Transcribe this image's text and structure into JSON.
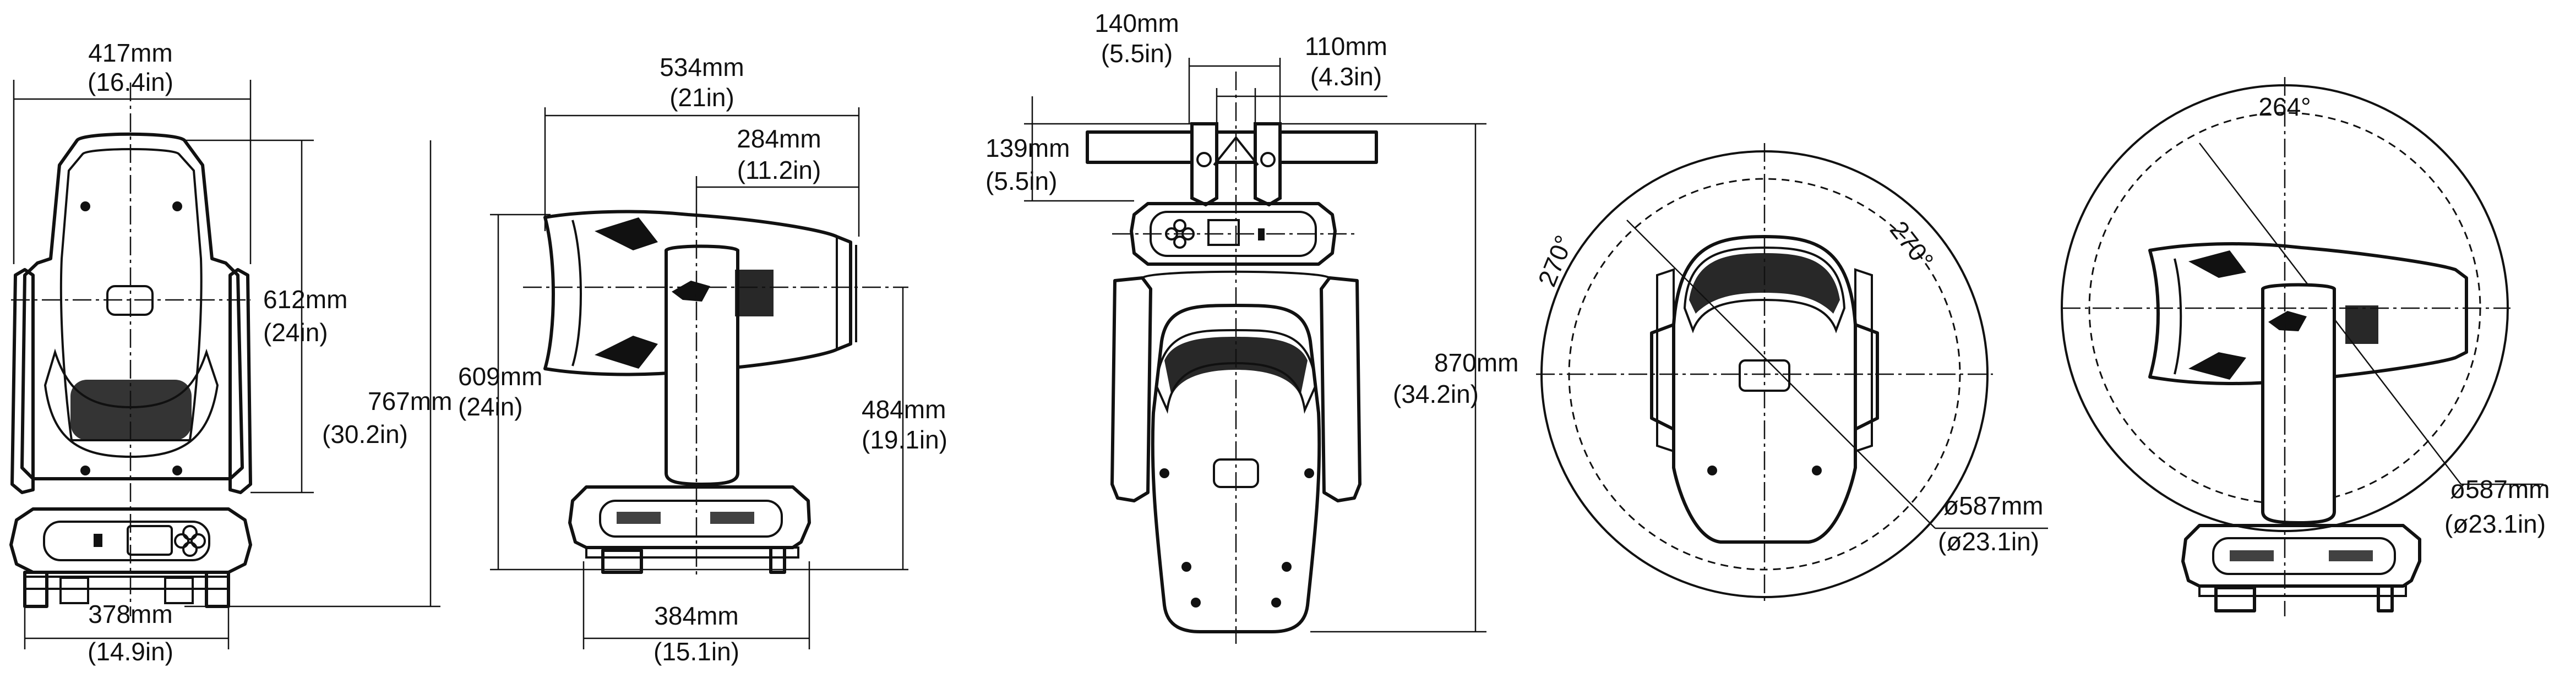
{
  "views": {
    "front": {
      "width_top": {
        "mm": "417mm",
        "in": "(16.4in)"
      },
      "height_head": {
        "mm": "612mm",
        "in": "(24in)"
      },
      "height_total": {
        "mm": "767mm",
        "in": "(30.2in)"
      },
      "width_base": {
        "mm": "378mm",
        "in": "(14.9in)"
      }
    },
    "side": {
      "length": {
        "mm": "534mm",
        "in": "(21in)"
      },
      "head_offset": {
        "mm": "284mm",
        "in": "(11.2in)"
      },
      "height_total": {
        "mm": "609mm",
        "in": "(24in)"
      },
      "height_axis": {
        "mm": "484mm",
        "in": "(19.1in)"
      },
      "base_width": {
        "mm": "384mm",
        "in": "(15.1in)"
      }
    },
    "rear": {
      "bracket_span": {
        "mm": "140mm",
        "in": "(5.5in)"
      },
      "bracket_gap": {
        "mm": "110mm",
        "in": "(4.3in)"
      },
      "bracket_height": {
        "mm": "139mm",
        "in": "(5.5in)"
      },
      "height_total": {
        "mm": "870mm",
        "in": "(34.2in)"
      }
    },
    "pan": {
      "angle_left": "270°",
      "angle_right": "270°",
      "diameter": {
        "mm": "ø587mm",
        "in": "(ø23.1in)"
      }
    },
    "tilt": {
      "angle": "264°",
      "diameter": {
        "mm": "ø587mm",
        "in": "(ø23.1in)"
      }
    }
  },
  "colors": {
    "line": "#111111",
    "background": "#ffffff"
  }
}
